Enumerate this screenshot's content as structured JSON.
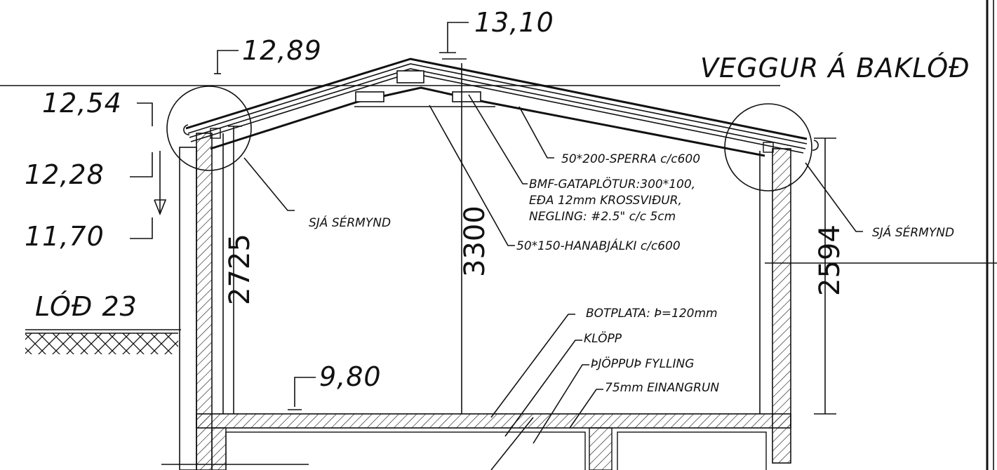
{
  "elevations": {
    "ridge": "13,10",
    "eave_left": "12,89",
    "top_wall": "12,54",
    "mid": "12,28",
    "ground": "11,70",
    "floor": "9,80"
  },
  "heights": {
    "left_wall": "2725",
    "center": "3300",
    "right_wall": "2594"
  },
  "titles": {
    "wall_rear": "VEGGUR Á BAKLÓÐ",
    "plot": "LÓÐ 23"
  },
  "labels": {
    "rafter": "50*200-SPERRA c/c600",
    "plate_1": "BMF-GATAPLÖTUR:300*100,",
    "plate_2": "EÐA 12mm KROSSVIÐUR,",
    "plate_3": "NEGLING:  #2.5\" c/c 5cm",
    "collar": "50*150-HANABJÁLKI c/c600",
    "detail_left": "SJÁ SÉRMYND",
    "detail_right": "SJÁ SÉRMYND",
    "slab": "BOTPLATA:  Þ=120mm",
    "rock": "KLÖPP",
    "fill": "ÞJÖPPUÞ FYLLING",
    "insulation": "75mm EINANGRUN"
  }
}
